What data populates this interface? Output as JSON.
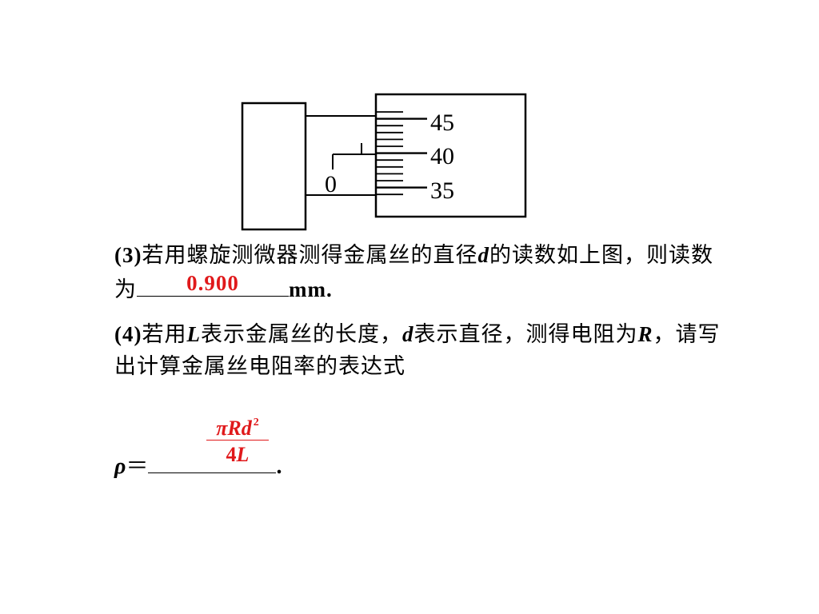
{
  "diagram": {
    "scale_labels": [
      "45",
      "40",
      "35"
    ],
    "sleeve_zero": "0"
  },
  "q3": {
    "number": "(3)",
    "text_a": "若用螺旋测微器测得金属丝的直径",
    "var_d": "d",
    "text_b": "的读数如上图，则读数为",
    "answer": "0.900",
    "unit": "mm."
  },
  "q4": {
    "number": "(4)",
    "text_a": "若用",
    "var_L": "L",
    "text_b": "表示金属丝的长度，",
    "var_d": "d",
    "text_c": "表示直径，测得电阻为",
    "var_R": "R",
    "text_d": "，请写出计算金属丝电阻率的表达式"
  },
  "formula": {
    "rho": "ρ",
    "equals": "＝",
    "period": ".",
    "numerator_pi": "π",
    "numerator_rd": "Rd",
    "numerator_exp": "2",
    "denominator_num": "4",
    "denominator_var": "L"
  },
  "colors": {
    "answer": "#e0191b",
    "ink": "#000000"
  }
}
